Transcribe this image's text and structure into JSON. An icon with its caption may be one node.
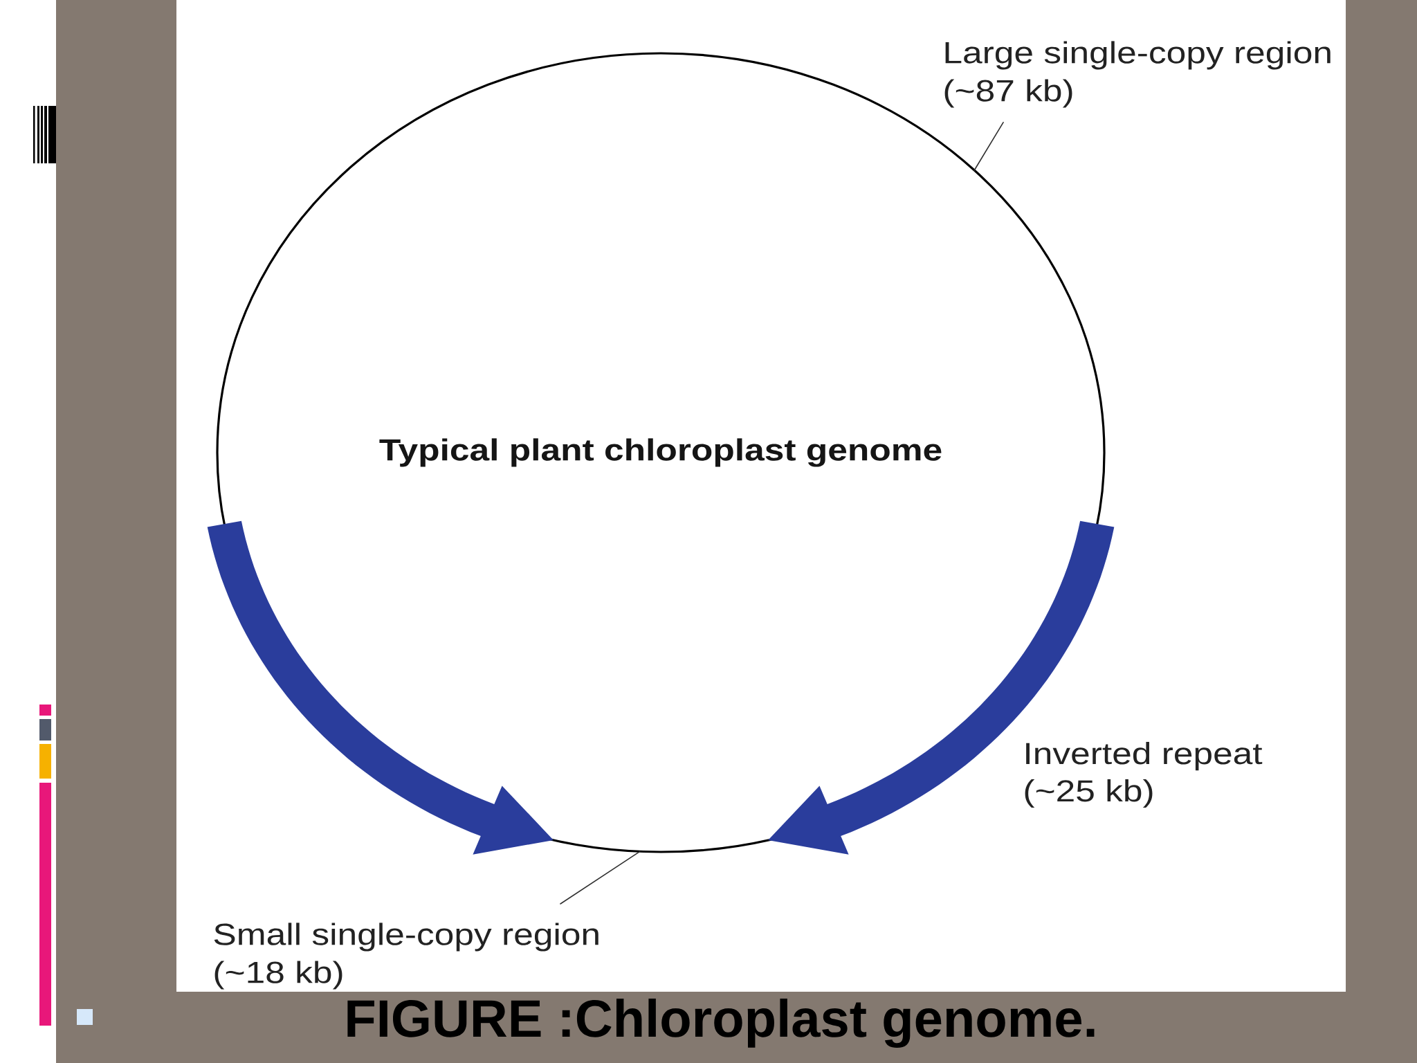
{
  "diagram": {
    "caption": "FIGURE :Chloroplast genome.",
    "nodes": [
      {
        "text": [
          "Large single-copy region",
          "(~87 kb)"
        ]
      },
      {
        "text": [
          "Typical plant chloroplast genome"
        ]
      },
      {
        "text": [
          "Small single-copy region",
          "(~18 kb)"
        ]
      }
    ],
    "edges": [
      {
        "from": 0,
        "to": 1,
        "arrow": "none"
      },
      {
        "from": 2,
        "to": 1,
        "arrow": "none"
      }
    ],
    "labels": [
      "Inverted repeat",
      "(~25 kb)"
    ]
  }
}
